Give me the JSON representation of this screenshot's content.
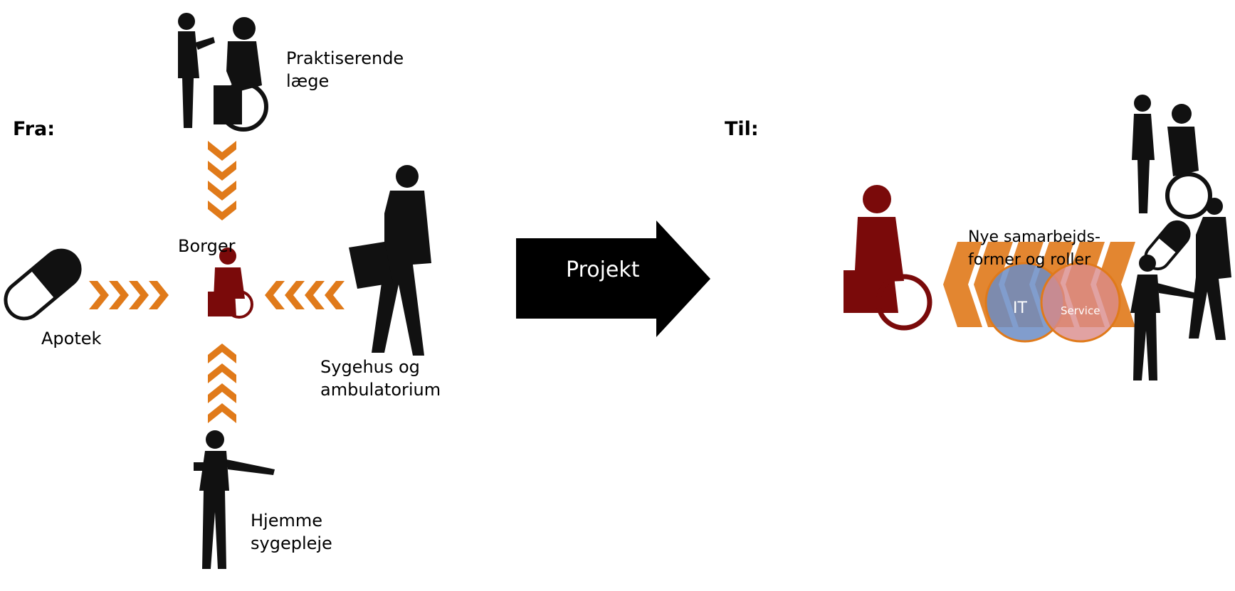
{
  "from_label": "Fra:",
  "to_label": "Til:",
  "center_arrow_label": "Projekt",
  "nodes": {
    "doctor": {
      "line1": "Praktiserende",
      "line2": "læge"
    },
    "citizen": {
      "label": "Borger"
    },
    "pharmacy": {
      "label": "Apotek"
    },
    "hospital": {
      "line1": "Sygehus og",
      "line2": "ambulatorium"
    },
    "home_nursing": {
      "line1": "Hjemme",
      "line2": "sygepleje"
    }
  },
  "target": {
    "line1": "Nye samarbejds-",
    "line2": "former og roller",
    "circle_it": "IT",
    "circle_service": "Service"
  },
  "colors": {
    "chevron": "#e07a1a",
    "citizen": "#7a0a0a",
    "silhouette": "#111111",
    "it_circle": "#6b8cc4",
    "service_circle": "#d98b8b"
  }
}
